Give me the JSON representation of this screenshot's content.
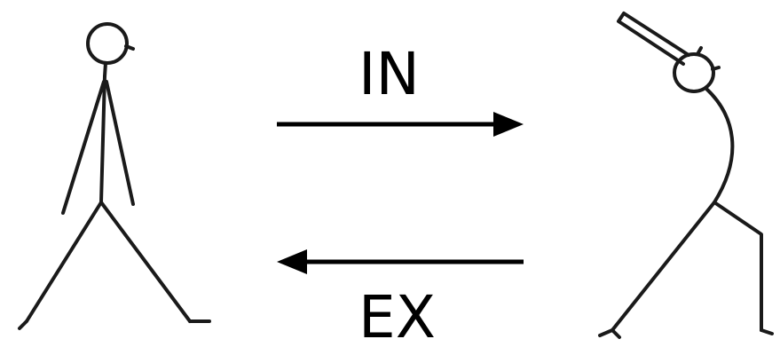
{
  "diagram": {
    "labels": {
      "inhale": "IN",
      "exhale": "EX"
    },
    "colors": {
      "ink": "#000000",
      "figure_stroke": "#1a1a1a",
      "background": "#ffffff"
    },
    "figures": {
      "left": "standing-stick-figure",
      "right": "back-bend-stick-figure"
    },
    "arrows": {
      "top": "arrow-right",
      "bottom": "arrow-left"
    }
  }
}
